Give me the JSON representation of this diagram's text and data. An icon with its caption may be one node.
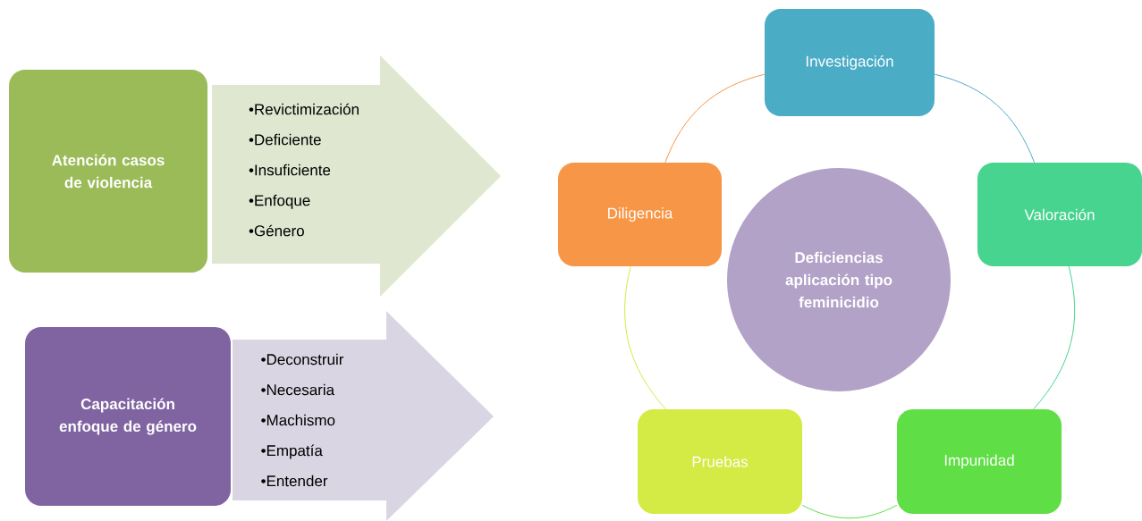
{
  "diagram": {
    "nodes": [
      {
        "text": [
          "Atención casos de violencia"
        ]
      },
      {
        "text": [
          "•Revictimización",
          "•Deficiente",
          "•Insuficiente",
          "•Enfoque",
          "•Género"
        ]
      },
      {
        "text": [
          "Capacitación enfoque de género"
        ]
      },
      {
        "text": [
          "•Deconstruir",
          "•Necesaria",
          "•Machismo",
          "•Empatía",
          "•Entender"
        ]
      },
      {
        "text": [
          "Deficiencias aplicación tipo feminicidio"
        ]
      },
      {
        "text": [
          "Investigación"
        ]
      },
      {
        "text": [
          "Valoración"
        ]
      },
      {
        "text": [
          "Impunidad"
        ]
      },
      {
        "text": [
          "Pruebas"
        ]
      },
      {
        "text": [
          "Diligencia"
        ]
      }
    ],
    "edges": [
      {
        "from": 5,
        "to": 6,
        "arrow": "none",
        "color": "#4bacc6"
      },
      {
        "from": 6,
        "to": 7,
        "arrow": "none",
        "color": "#47d48f"
      },
      {
        "from": 7,
        "to": 8,
        "arrow": "none",
        "color": "#5fde45"
      },
      {
        "from": 8,
        "to": 9,
        "arrow": "none",
        "color": "#d4ea45"
      },
      {
        "from": 9,
        "to": 5,
        "arrow": "none",
        "color": "#f79646"
      }
    ]
  }
}
